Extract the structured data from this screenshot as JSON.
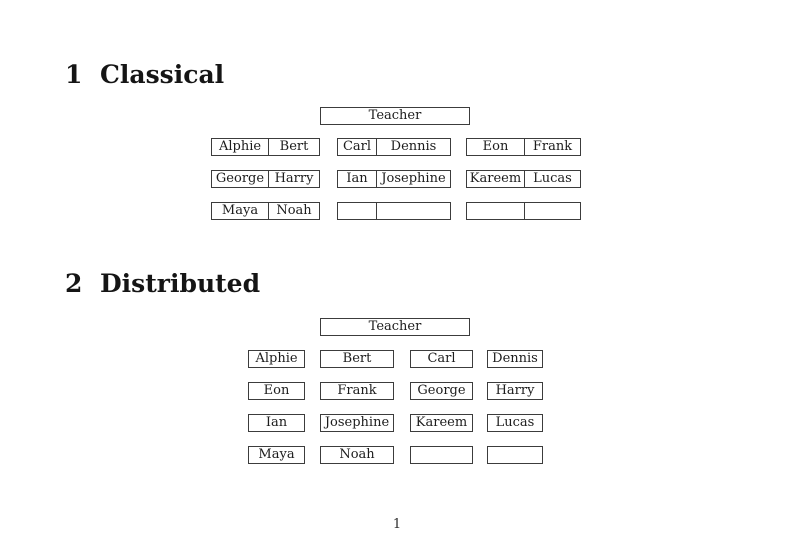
{
  "classical": {
    "number": "1",
    "title": "Classical",
    "teacher": "Teacher",
    "rows": [
      {
        "desks": [
          {
            "left": "Alphie",
            "right": "Bert"
          },
          {
            "left": "Carl",
            "right": "Dennis"
          },
          {
            "left": "Eon",
            "right": "Frank"
          }
        ]
      },
      {
        "desks": [
          {
            "left": "George",
            "right": "Harry"
          },
          {
            "left": "Ian",
            "right": "Josephine"
          },
          {
            "left": "Kareem",
            "right": "Lucas"
          }
        ]
      },
      {
        "desks": [
          {
            "left": "Maya",
            "right": "Noah"
          },
          {
            "left": "",
            "right": ""
          },
          {
            "left": "",
            "right": ""
          }
        ]
      }
    ]
  },
  "distributed": {
    "number": "2",
    "title": "Distributed",
    "teacher": "Teacher",
    "rows": [
      {
        "seats": [
          "Alphie",
          "Bert",
          "Carl",
          "Dennis"
        ]
      },
      {
        "seats": [
          "Eon",
          "Frank",
          "George",
          "Harry"
        ]
      },
      {
        "seats": [
          "Ian",
          "Josephine",
          "Kareem",
          "Lucas"
        ]
      },
      {
        "seats": [
          "Maya",
          "Noah",
          "",
          ""
        ]
      }
    ]
  },
  "footer": {
    "page_number": "1"
  }
}
